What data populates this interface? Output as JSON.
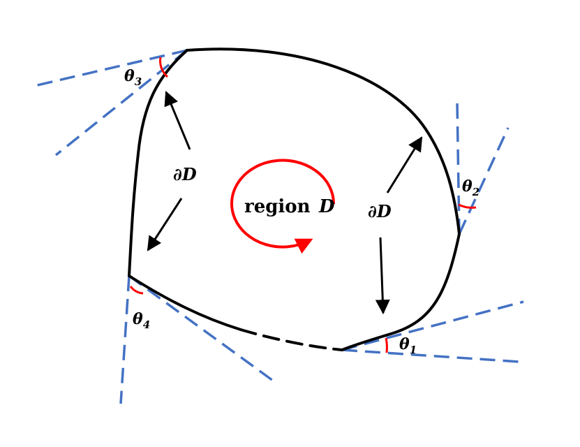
{
  "colors": {
    "boundary": "#000000",
    "tangent": "#4472c4",
    "angle_arc": "#ff0000",
    "orientation": "#ff0000",
    "arrow": "#000000"
  },
  "labels": {
    "region": "region",
    "region_symbol": "D",
    "boundary_left": "∂D",
    "boundary_right": "∂D",
    "theta_symbol": "θ",
    "theta1_sub": "1",
    "theta2_sub": "2",
    "theta3_sub": "3",
    "theta4_sub": "4"
  }
}
